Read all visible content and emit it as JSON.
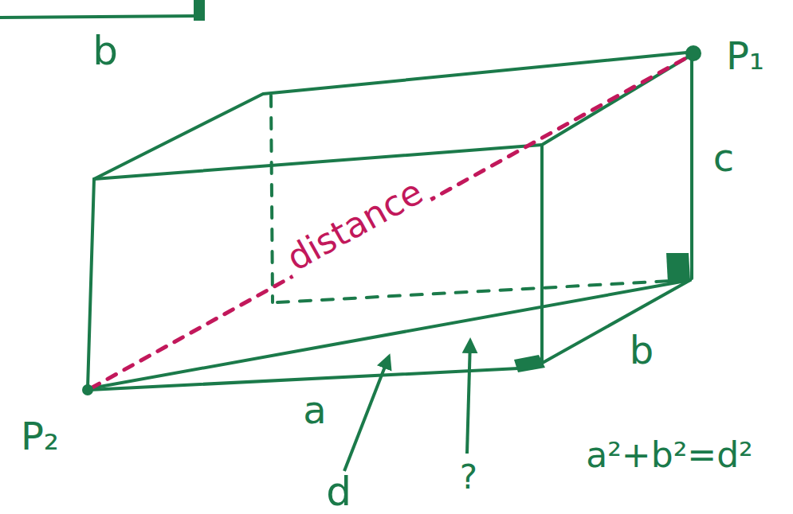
{
  "diagram": {
    "labels": [
      "b",
      "P₁",
      "c",
      "distance",
      "b",
      "a",
      "P₂",
      "d",
      "?",
      "a²+b²=d²"
    ]
  }
}
